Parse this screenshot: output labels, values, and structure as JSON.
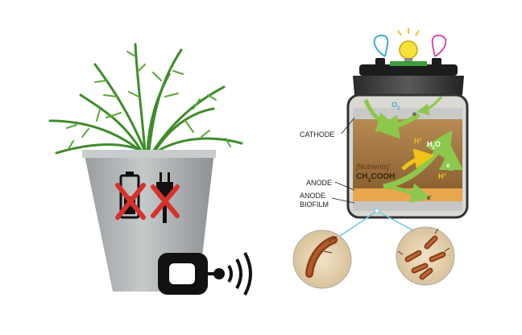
{
  "labels": {
    "cathode": "CATHODE",
    "anode": "ANODE",
    "anode_biofilm_line1": "ANODE",
    "anode_biofilm_line2": "BIOFILM"
  },
  "chemistry": {
    "nutrients": "[Nutrients]",
    "acetate": "CH3COOH",
    "oxygen": "O2",
    "water": "H2O",
    "proton": "H+",
    "electron": "e-"
  },
  "icons": {
    "battery": "battery-crossed-icon",
    "plug": "plug-crossed-icon",
    "wireless": "wireless-sensor-icon",
    "bulb": "light-bulb-icon"
  },
  "colors": {
    "pot": "#b9bcbd",
    "plant": "#3f8c2b",
    "soil": "#a67a46",
    "cross": "#d8302b",
    "arrow_green": "#8cc84b",
    "arrow_yellow": "#f0c417",
    "lid": "#1c1c1c",
    "electrode_top": "#c9c9c9",
    "electrode_bottom": "#e9a74c"
  }
}
